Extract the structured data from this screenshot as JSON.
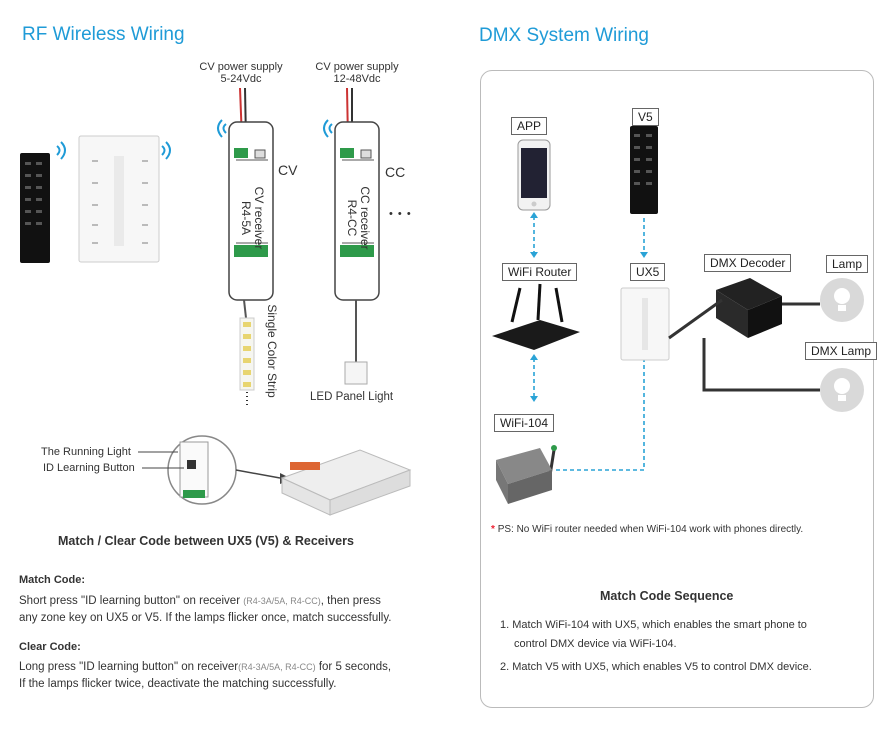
{
  "rf": {
    "title": "RF Wireless Wiring",
    "cv_supply_line1": "CV power supply",
    "cv_supply_line2": "5-24Vdc",
    "cc_supply_line1": "CV power supply",
    "cc_supply_line2": "12-48Vdc",
    "cv_label": "CV",
    "cc_label": "CC",
    "cv_receiver_name": "CV receiver",
    "cv_receiver_model": "R4-5A",
    "cc_receiver_name": "CC receiver",
    "cc_receiver_model": "R4-CC",
    "ellipsis": "• • •",
    "single_color_strip": "Single Color Strip",
    "led_panel_light": "LED Panel Light",
    "running_light": "The Running Light",
    "id_learning_button": "ID Learning Button",
    "match_clear_title": "Match / Clear Code between UX5 (V5) & Receivers",
    "match_code_title": "Match Code:",
    "match_code_p1a": "Short press \"ID learning button\" on receiver ",
    "match_code_models": "(R4-3A/5A, R4-CC)",
    "match_code_p1b": ", then press",
    "match_code_p2": "any zone key on UX5 or V5. If the lamps flicker once, match successfully.",
    "clear_code_title": "Clear Code:",
    "clear_code_p1a": "Long press \"ID learning button\" on receiver",
    "clear_code_models": "(R4-3A/5A, R4-CC)",
    "clear_code_p1b": " for 5 seconds,",
    "clear_code_p2": "If the lamps flicker twice, deactivate the matching successfully."
  },
  "dmx": {
    "title": "DMX System Wiring",
    "app": "APP",
    "v5": "V5",
    "wifi_router": "WiFi Router",
    "ux5": "UX5",
    "dmx_decoder": "DMX Decoder",
    "lamp": "Lamp",
    "dmx_lamp": "DMX Lamp",
    "wifi104": "WiFi-104",
    "ps_note": "PS: No WiFi router needed when WiFi-104 work with phones directly.",
    "asterisk": "*",
    "sequence_title": "Match Code Sequence",
    "step1_line1": "1. Match WiFi-104 with UX5, which enables the smart phone to",
    "step1_line2": "control DMX device via WiFi-104.",
    "step2": "2. Match V5 with UX5, which enables V5 to control DMX device."
  },
  "colors": {
    "heading": "#1f9bd7",
    "dashed_link": "#2aa3d6",
    "note_asterisk": "#e22233"
  }
}
